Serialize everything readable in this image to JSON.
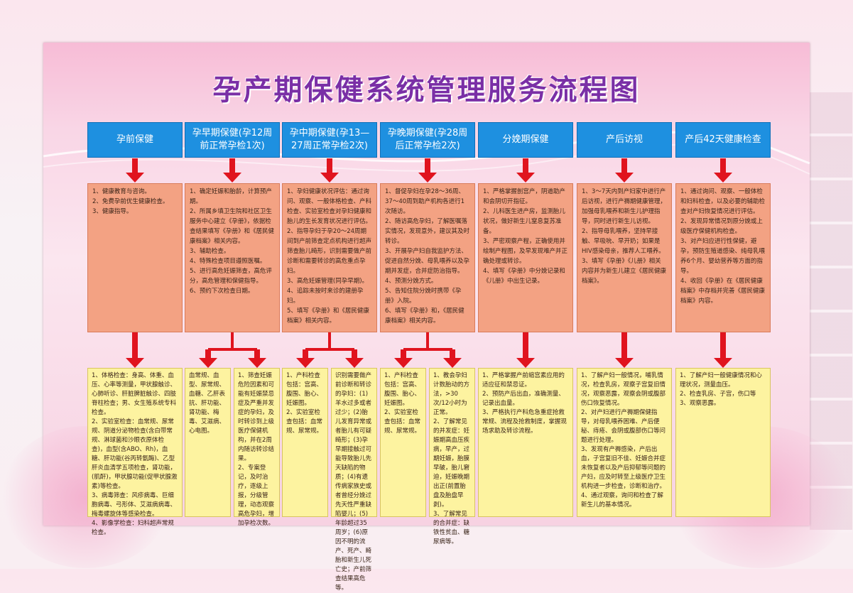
{
  "title": "孕产期保健系统管理服务流程图",
  "colors": {
    "title": "#7a2fa6",
    "stage": "#1e90e0",
    "desc": "#f3a283",
    "item": "#fdf3a0",
    "arrow": "#e0141e"
  },
  "stages": [
    {
      "label": "孕前保健",
      "desc": "1、健康教育与咨询。\n2、免费孕前优生健康检查。\n3、健康指导。",
      "items": [
        "1、体格检查：身高、体重、血压、心率等测量，甲状腺触诊、心肺听诊、肝脏脾脏触诊、四肢脊柱检查；男、女生殖系统专科检查。\n2、实验室检查：血常规、尿常规、阴道分泌物检查(含白带常规、淋球菌和沙眼衣原体检查)，血型(含ABO、Rh)，血糖、肝功能(谷丙转氨酶)、乙型肝炎血清学五项检查，肾功能，(肌酐)，甲状腺功能(促甲状腺激素)等检查。\n3、病毒筛查：风疹病毒、巨细胞病毒、弓形体、艾滋病病毒、梅毒螺旋体等感染检查。\n4、影像学检查：妇科超声常规检查。"
      ]
    },
    {
      "label": "孕早期保健(孕12周前正常孕检1次)",
      "desc": "1、确定妊娠和胎龄，计算预产期。\n2、所属乡填卫生院和社区卫生服务中心建立《孕册》，依据检查结果填写《孕册》和《居民健康档案》相关内容。\n3、辅助检查。\n4、特殊检查项目遵照医嘱。\n5、进行高危妊娠筛查，高危评分，高危管理和保健指导。\n6、预约下次检查日期。",
      "items": [
        "血常规、血型、尿常规、血糖、乙肝表抗、肝功能、肾功能、梅毒、艾滋病、心电图。",
        "1、筛查妊娠危险因素和可能有妊娠禁忌症及严重并发症的孕妇，及时转诊到上级医疗保健机构，并在2周内随访转诊结果。\n2、专案登记，及时治疗，逐级上报，分级管理，动态观察高危孕妇，增加孕检次数。"
      ]
    },
    {
      "label": "孕中期保健(孕13—27周正常孕检2次)",
      "desc": "1、孕妇健康状况评估：通过询问、观察、一般体格检查、产科检查、实验室检查对孕妇健康和胎儿的生长发育状况进行评估。\n2、指导孕妇于孕20～24周期间到产前筛查定点机构进行超声筛查胎儿畸形，识别需要做产前诊断和需要转诊的高危重点孕妇。\n3、高危妊娠管理(同孕早期)。\n4、追踪未按时来诊的建册孕妇。\n5、填写《孕册》和《居民健康档案》相关内容。",
      "items": [
        "1、产科检查包括：宫高、腹围、胎心、妊娠图。\n2、实验室检查包括：血常规、尿常规。",
        "识别需要做产前诊断和转诊的孕妇：(1)羊水过多或者过少；(2)胎儿发育异常或者胎儿有可疑畸形；(3)孕早期接触过可能导致胎儿先天缺陷的物质；(4)有遗传病家族史或者曾经分娩过先天性严重缺陷婴儿；(5)年龄超过35周岁；(6)原因不明的流产、死产、畸胎和新生儿死亡史；产前筛查结果高危等。"
      ]
    },
    {
      "label": "孕晚期保健(孕28周后正常孕检2次)",
      "desc": "1、督促孕妇在孕28～36周、37～40周到助产机构各进行1次随访。\n2、随访高危孕妇，了解医嘱落实情况，发现意外，建议其及时转诊。\n3、开展孕产妇自我监护方法、促进自然分娩、母乳喂养以及孕期并发症，合并症防治指导。\n4、预测分娩方式。\n5、告知住院分娩时携带《孕册》入院。\n6、填写《孕册》和，《居民健康档案》相关内容。",
      "items": [
        "1、产科检查包括：宫高、腹围、胎心、妊娠图。\n2、实验室检查包括：血常规、尿常规。",
        "1、教会孕妇计数胎动的方法，>30次/12小时为正常。\n2、了解常见的并发症：妊娠期高血压疾病，早产，过期妊娠，胎膜早破，胎儿窘迫，妊娠晚期出正(前置胎盘及胎盘早剥)。\n3、了解常见的合并症：缺铁性贫血、糖尿病等。"
      ]
    },
    {
      "label": "分娩期保健",
      "desc": "1、严格掌握剖宫产，阴道助产和会阴切开指征。\n2、儿科医生进产房，监测胎儿状况，做好新生儿窒息复苏准备。\n3、严密观察产程，正确使用并绘制产程图，及早发现难产并正确处理或转诊。\n4、填写《孕册》中分娩记录和《儿册》中出生记录。",
      "items": [
        "1、严格掌握产前缩宫素应用的适应征和禁忌证。\n2、预防产后出血，准确测量、记录出血量。\n3、严格执行产科危急重症抢救常规、流程及抢救制度，掌握现场求助及转诊流程。"
      ]
    },
    {
      "label": "产后访视",
      "desc": "1、3～7天内到产妇家中进行产后访视，进行产褥期健康管理，加强母乳喂养和新生儿护理指导，同时进行新生儿访视。\n2、指导母乳喂养，坚持早接触、早吸吮、早开奶；如果是HIV感染母亲，推荐人工喂养。\n3、填写《孕册》《儿册》相关内容并为新生儿建立《居民健康档案》。",
      "items": [
        "1、了解产妇一般情况，哺乳情况，检查乳房，观察子宫复旧情况，观察恶露，观察会阴或腹部伤口恢复情况。\n2、对产妇进行产褥期保健指导，对母乳喂养困难、产后便秘、痔疮、会阴或腹部伤口等问题进行处理。\n3、发现有产褥感染，产后出血，子宫复旧不佳、妊娠合并症未恢复者以及产后抑郁等问题的产妇，应及时转至上级医疗卫生机构进一步检查，诊断和治疗。\n4、通过观察，询问和检查了解新生儿的基本情况。"
      ]
    },
    {
      "label": "产后42天健康检查",
      "desc": "1、通过询问、观察、一般体检和妇科检查，以及必要的辅助检查对产妇恢复情况进行评估。\n2、发现异常情况到原分娩或上级医疗保健机构检查。\n3、对产妇应进行性保健，避孕，预防生殖道感染、纯母乳喂养6个月、婴幼营养等方面的指导。\n4、收回《孕册》在《居民健康档案》中存档并完善《居民健康档案》内容。",
      "items": [
        "1、了解产妇一般健康情况和心理状况，测量血压。\n2、检查乳房、子宫，伤口等\n3、观察恶露。"
      ]
    }
  ]
}
